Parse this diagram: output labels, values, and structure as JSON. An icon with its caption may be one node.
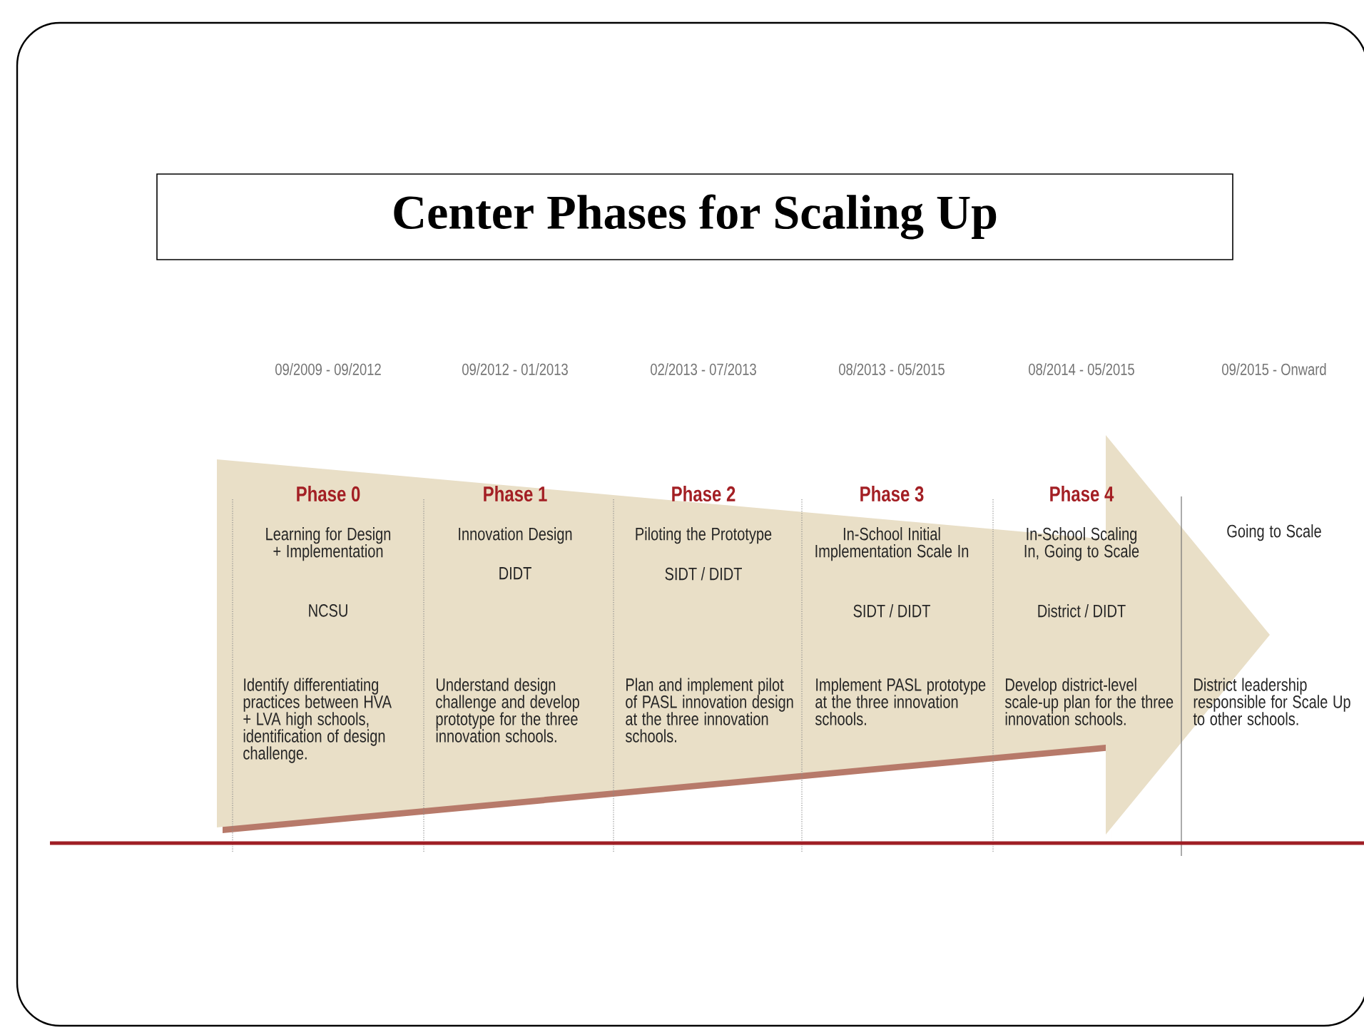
{
  "diagram": {
    "title": "Center Phases for Scaling Up",
    "labels": [
      "09/2009 - 09/2012",
      "09/2012 - 01/2013",
      "02/2013 - 07/2013",
      "08/2013 - 05/2015",
      "08/2014 - 05/2015",
      "09/2015 - Onward",
      "Phase 0",
      "Learning for Design + Implementation",
      "NCSU",
      "Identify differentiating practices between HVA + LVA high schools, identification of design challenge.",
      "Phase 1",
      "Innovation Design",
      "DIDT",
      "Understand design challenge and develop prototype for the three innovation schools.",
      "Phase 2",
      "Piloting the Prototype",
      "SIDT / DIDT",
      "Plan and implement pilot of PASL innovation design at the three innovation schools.",
      "Phase 3",
      "In-School Initial Implementation Scale In",
      "SIDT / DIDT",
      "Implement PASL prototype at the three innovation schools.",
      "Phase 4",
      "In-School Scaling In, Going to Scale",
      "District / DIDT",
      "Develop district-level scale-up plan for the three innovation schools.",
      "Going to Scale",
      "District leadership responsible for Scale Up to other schools."
    ]
  }
}
